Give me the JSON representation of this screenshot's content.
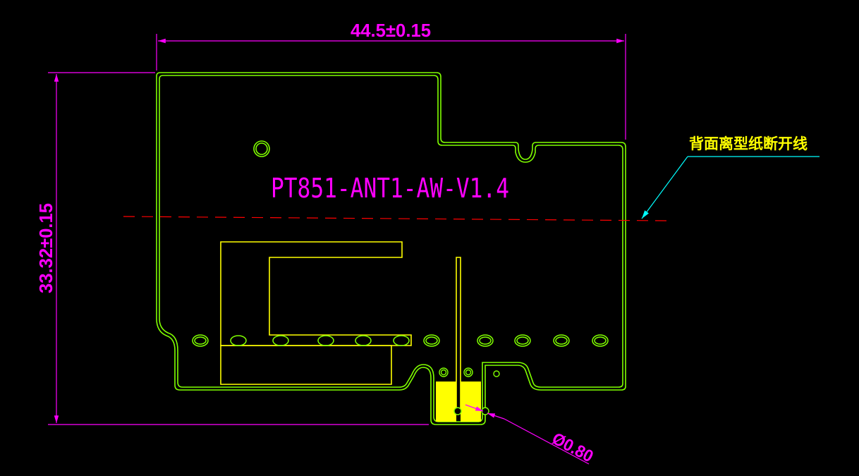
{
  "drawing": {
    "part_label": "PT851-ANT1-AW-V1.4",
    "width_dimension": "44.5±0.15",
    "height_dimension": "33.32±0.15",
    "hole_dimension": "Ø0.80",
    "cut_line_note": "背面离型纸断开线"
  },
  "colors": {
    "background": "#000000",
    "outline": "#80ff00",
    "antenna": "#ffff00",
    "dimension": "#ff00ff",
    "cut_line": "#ff0000",
    "leader": "#00ffff",
    "note_text": "#ffff00"
  }
}
